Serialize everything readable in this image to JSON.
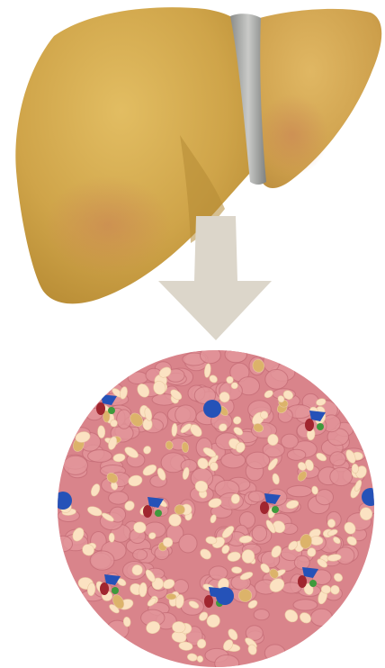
{
  "colors": {
    "background": "#ffffff",
    "liver_main": "#cfa449",
    "liver_light": "#ddb65a",
    "liver_shade": "#b88e36",
    "liver_blush": "#c98a55",
    "ligament": "#a9aaa8",
    "ligament_dark": "#7e807e",
    "arrow": "#dcd6ca",
    "tissue_bg": "#d9848b",
    "tissue_cell": "#e3959a",
    "tissue_cell_edge": "#c66f78",
    "fat_droplet": "#fbe2c2",
    "fat_droplet_edge": "#e8c79f",
    "ochre_cell": "#dcb36a",
    "portal_blue": "#2552b8",
    "portal_red": "#a0262f",
    "portal_green": "#3f9a3c"
  },
  "icons": {
    "liver": "liver-organ-illustration",
    "arrow": "down-arrow-icon",
    "tissue": "fatty-liver-tissue-magnification"
  },
  "stats": {
    "portal_triads_shown": 7,
    "central_veins_shown": 4
  }
}
